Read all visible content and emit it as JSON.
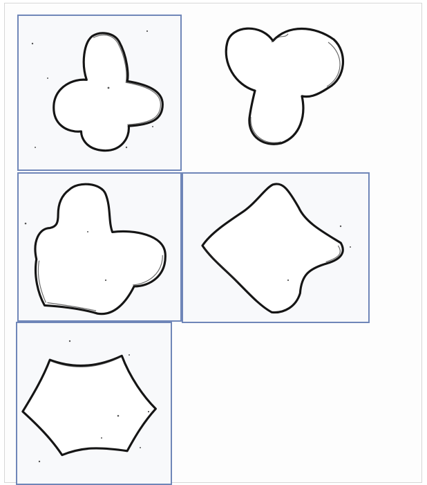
{
  "sheet": {
    "shapes": [
      {
        "id": "four-lobed-blob",
        "framed": true
      },
      {
        "id": "three-lobed-blob",
        "framed": false
      },
      {
        "id": "irregular-blob",
        "framed": true
      },
      {
        "id": "concave-diamond",
        "framed": true
      },
      {
        "id": "concave-hexagon",
        "framed": true
      }
    ],
    "colors": {
      "frame": "#6f86b8",
      "outline": "#151515",
      "paper": "#ffffff"
    }
  }
}
